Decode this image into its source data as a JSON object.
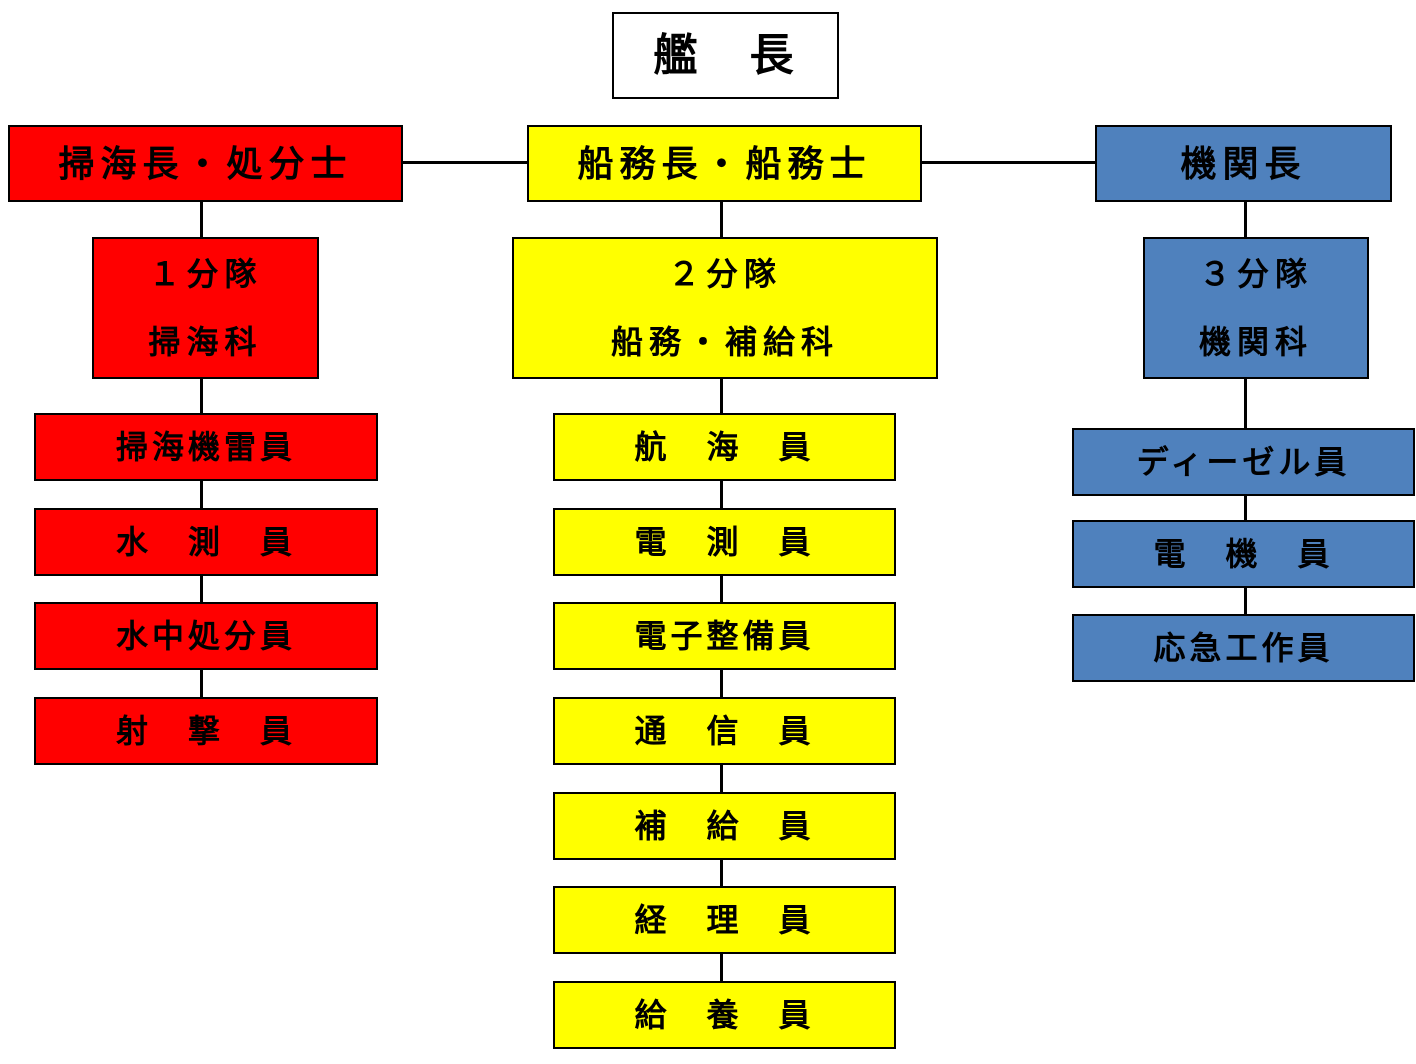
{
  "captain": "艦　長",
  "left": {
    "head": "掃海長・処分士",
    "unit_line1": "１分隊",
    "unit_line2": "掃海科",
    "roles": [
      "掃海機雷員",
      "水　測　員",
      "水中処分員",
      "射　撃　員"
    ]
  },
  "center": {
    "head": "船務長・船務士",
    "unit_line1": "２分隊",
    "unit_line2": "船務・補給科",
    "roles": [
      "航　海　員",
      "電　測　員",
      "電子整備員",
      "通　信　員",
      "補　給　員",
      "経　理　員",
      "給　養　員"
    ]
  },
  "right": {
    "head": "機関長",
    "unit_line1": "３分隊",
    "unit_line2": "機関科",
    "roles": [
      "ディーゼル員",
      "電　機　員",
      "応急工作員"
    ]
  },
  "colors": {
    "left": "#ff0000",
    "center": "#ffff00",
    "right": "#4f81bd",
    "captain": "#ffffff"
  }
}
